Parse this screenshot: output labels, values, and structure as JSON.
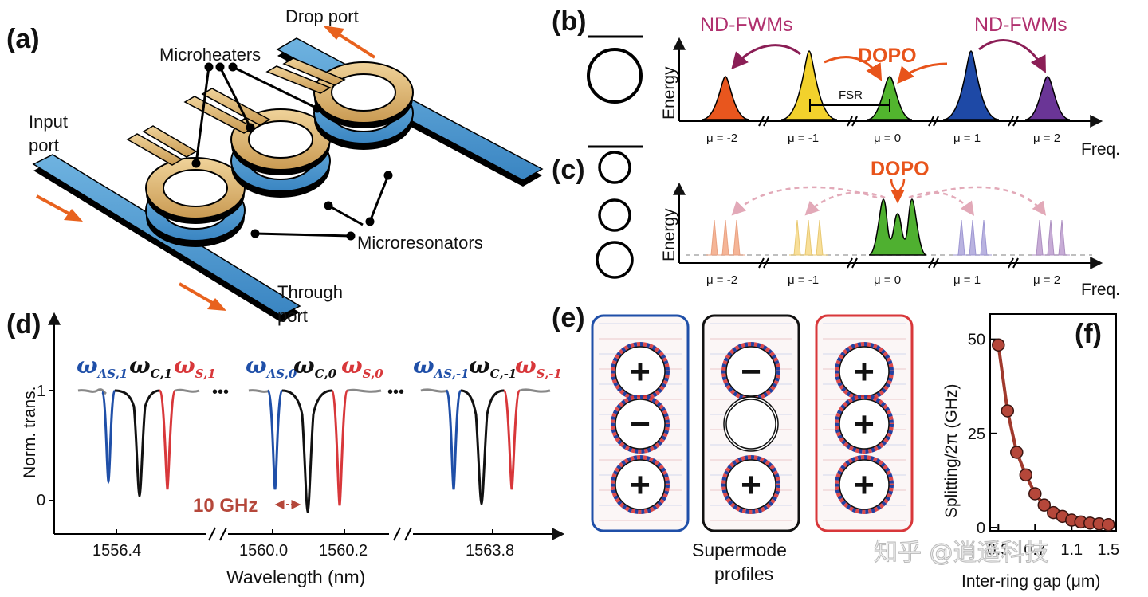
{
  "panels": {
    "a": {
      "label": "(a)",
      "drop_port": "Drop port",
      "microheaters": "Microheaters",
      "input_port_l1": "Input",
      "input_port_l2": "port",
      "microresonators": "Microresonators",
      "through_port_l1": "Through",
      "through_port_l2": "port"
    },
    "b": {
      "label": "(b)",
      "nd_fwm_left": "ND-FWMs",
      "nd_fwm_right": "ND-FWMs",
      "dopo": "DOPO",
      "fsr": "FSR",
      "ylabel": "Energy",
      "xlabel": "Freq.",
      "mu_labels": [
        "μ = -2",
        "μ = -1",
        "μ = 0",
        "μ = 1",
        "μ = 2"
      ]
    },
    "c": {
      "label": "(c)",
      "dopo": "DOPO",
      "ylabel": "Energy",
      "xlabel": "Freq.",
      "mu_labels": [
        "μ = -2",
        "μ = -1",
        "μ = 0",
        "μ = 1",
        "μ = 2"
      ]
    },
    "d": {
      "label": "(d)",
      "ylabel": "Norm. trans.",
      "xlabel": "Wavelength (nm)",
      "ytick_1": "1",
      "ytick_0": "0",
      "ticks": [
        "1556.4",
        "1560.0",
        "1560.2",
        "1563.8"
      ],
      "ellipsis": "•••",
      "spacing": "10 GHz",
      "groups": [
        {
          "as": "AS,1",
          "c": "C,1",
          "s": "S,1"
        },
        {
          "as": "AS,0",
          "c": "C,0",
          "s": "S,0"
        },
        {
          "as": "AS,-1",
          "c": "C,-1",
          "s": "S,-1"
        }
      ],
      "omega": "ω"
    },
    "e": {
      "label": "(e)",
      "caption_l1": "Supermode",
      "caption_l2": "profiles",
      "profiles": [
        {
          "signs": [
            "+",
            "−",
            "+"
          ],
          "frame_color": "#1f4fa8"
        },
        {
          "signs": [
            "−",
            "",
            "+"
          ],
          "frame_color": "#111111"
        },
        {
          "signs": [
            "+",
            "+",
            "+"
          ],
          "frame_color": "#d8373a"
        }
      ]
    },
    "f": {
      "label": "(f)",
      "ylabel": "Splitting/2π (GHz)",
      "xlabel": "Inter-ring gap (μm)",
      "yticks": [
        "0",
        "25",
        "50"
      ],
      "xticks": [
        "0.3",
        "0.7",
        "1.1",
        "1.5"
      ]
    }
  },
  "watermark": "知乎 @逍遥科技",
  "chart_data": {
    "type": "scatter",
    "xlabel": "Inter-ring gap (μm)",
    "ylabel": "Splitting/2π (GHz)",
    "ylim": [
      0,
      55
    ],
    "xlim": [
      0.28,
      1.55
    ],
    "x": [
      0.3,
      0.4,
      0.5,
      0.6,
      0.7,
      0.8,
      0.9,
      1.0,
      1.1,
      1.2,
      1.3,
      1.4,
      1.5
    ],
    "y": [
      48.5,
      31,
      20,
      14,
      9,
      6,
      4,
      3,
      2,
      1.5,
      1.2,
      1,
      0.8
    ],
    "colors": {
      "marker": "#b5473a",
      "line": "#a0392c"
    }
  }
}
